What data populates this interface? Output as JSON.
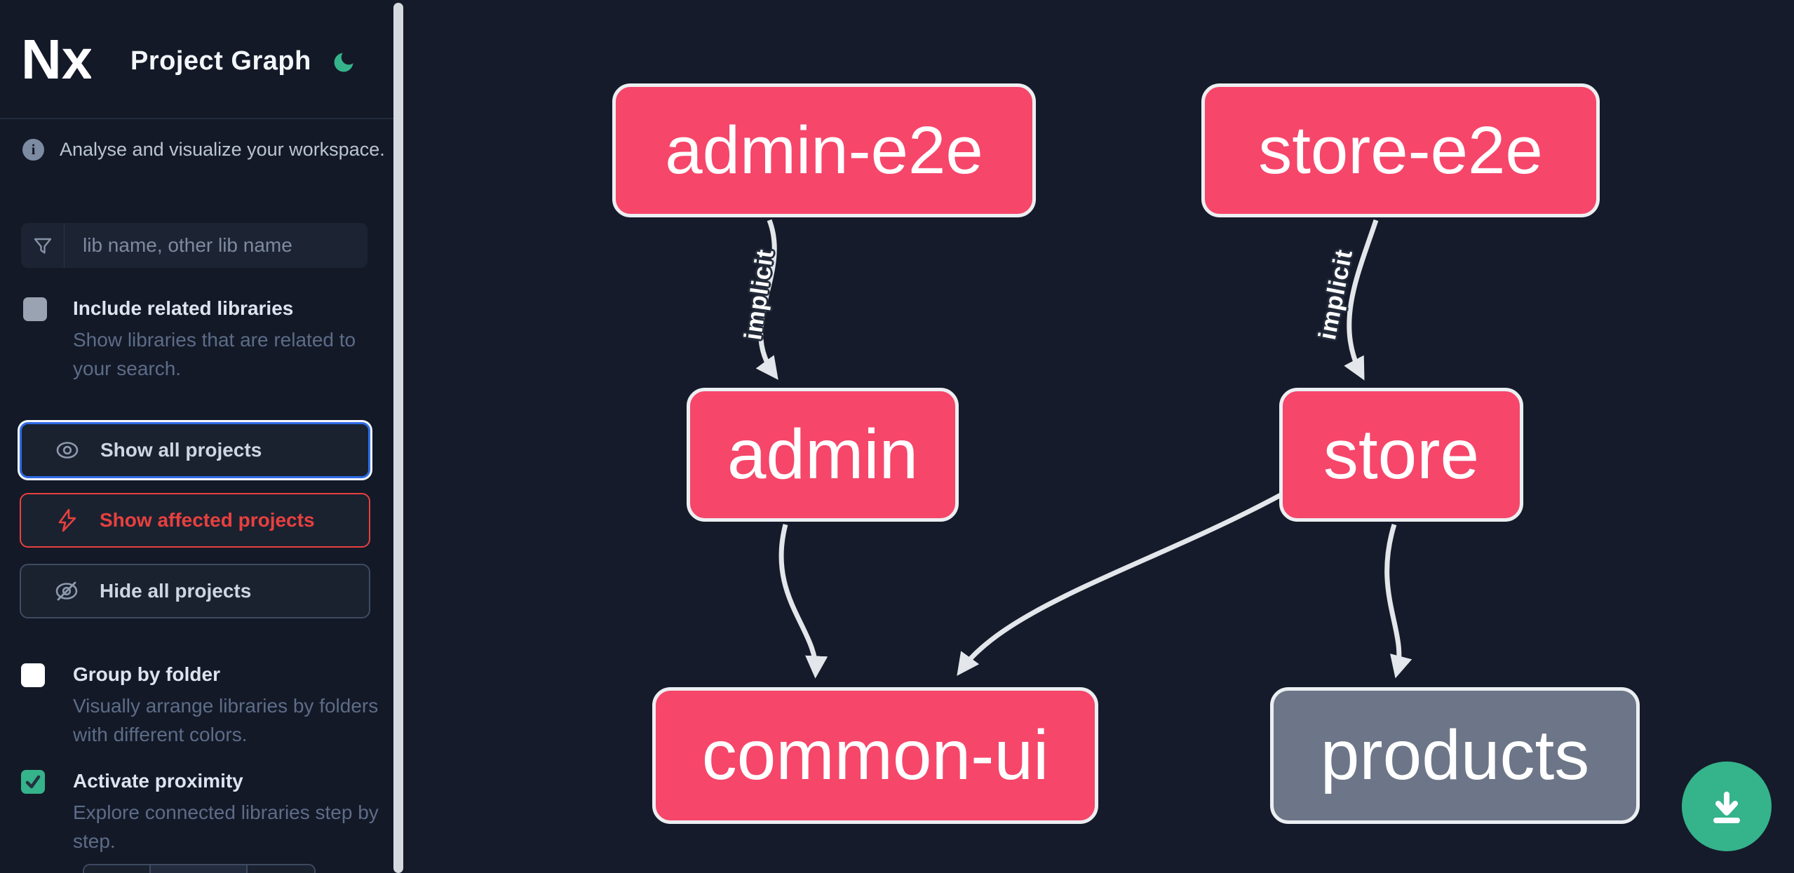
{
  "app": {
    "title": "Project Graph",
    "logo_text": "Nx"
  },
  "sidebar": {
    "info_text": "Analyse and visualize your workspace.",
    "search": {
      "placeholder": "lib name, other lib name",
      "value": ""
    },
    "toggles": [
      {
        "label": "Include related libraries",
        "description": "Show libraries that are related to your search.",
        "checked": false
      },
      {
        "label": "Group by folder",
        "description": "Visually arrange libraries by folders with different colors.",
        "checked": false
      },
      {
        "label": "Activate proximity",
        "description": "Explore connected libraries step by step.",
        "checked": true
      }
    ],
    "actions": [
      {
        "label": "Show all projects",
        "icon": "eye-icon",
        "state": "focused"
      },
      {
        "label": "Show affected projects",
        "icon": "bolt-icon",
        "state": "affected"
      },
      {
        "label": "Hide all projects",
        "icon": "eye-slash-icon",
        "state": "default"
      }
    ]
  },
  "graph": {
    "nodes": [
      {
        "id": "admin-e2e",
        "label": "admin-e2e",
        "color": "#f6466a"
      },
      {
        "id": "store-e2e",
        "label": "store-e2e",
        "color": "#f6466a"
      },
      {
        "id": "admin",
        "label": "admin",
        "color": "#f6466a"
      },
      {
        "id": "store",
        "label": "store",
        "color": "#f6466a"
      },
      {
        "id": "common-ui",
        "label": "common-ui",
        "color": "#f6466a"
      },
      {
        "id": "products",
        "label": "products",
        "color": "#6d7688"
      }
    ],
    "edges": [
      {
        "from": "admin-e2e",
        "to": "admin",
        "label": "implicit"
      },
      {
        "from": "store-e2e",
        "to": "store",
        "label": "implicit"
      },
      {
        "from": "admin",
        "to": "common-ui",
        "label": ""
      },
      {
        "from": "store",
        "to": "common-ui",
        "label": ""
      },
      {
        "from": "store",
        "to": "products",
        "label": ""
      }
    ]
  },
  "fab": {
    "icon": "download-icon",
    "color": "#35b38b"
  },
  "colors": {
    "background": "#151b2a",
    "sidebar_background": "#131927",
    "node_pink": "#f6466a",
    "node_gray": "#6d7688",
    "node_border": "#eceff2",
    "edge": "#e3e6ea",
    "accent_green": "#35b38b",
    "focus_blue": "#2e6be6",
    "alert_red": "#e8403f"
  }
}
